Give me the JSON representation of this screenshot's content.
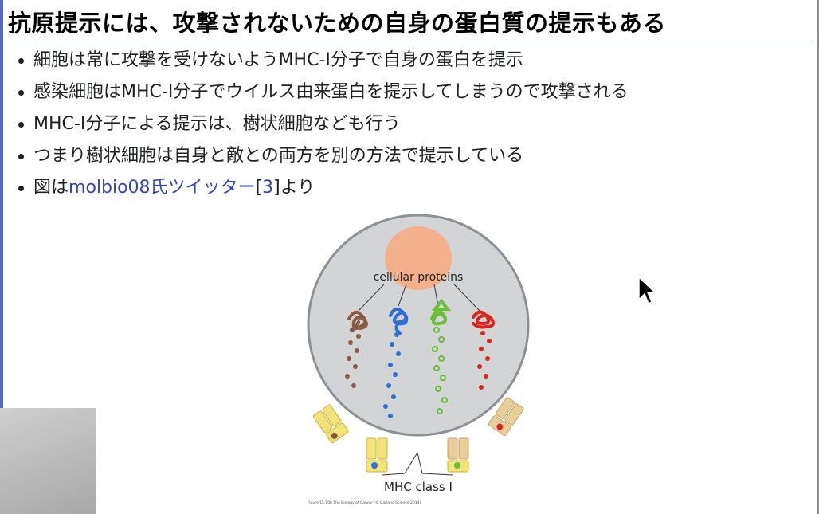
{
  "slide": {
    "title": "抗原提示には、攻撃されないための自身の蛋白質の提示もある",
    "bullets": [
      {
        "text": "細胞は常に攻撃を受けないようMHC-I分子で自身の蛋白を提示"
      },
      {
        "text": "感染細胞はMHC-I分子でウイルス由来蛋白を提示してしまうので攻撃される"
      },
      {
        "text": "MHC-I分子による提示は、樹状細胞なども行う"
      },
      {
        "text": "つまり樹状細胞は自身と敵との両方を別の方法で提示している"
      }
    ],
    "source_line": {
      "prefix": "図は",
      "link_text": "molbio08氏ツイッター",
      "ref_open": "[",
      "ref_num": "3",
      "ref_close": "]",
      "suffix": "より"
    }
  },
  "figure": {
    "label_top": "cellular proteins",
    "label_bottom": "MHC class I",
    "caption": "Figure 15.10b The Biology of Cancer (© Garland Science 2014)",
    "colors": {
      "cell_fill": "#d2d4d6",
      "cell_stroke": "#8e9194",
      "protein_blob": "#f2b08c",
      "brown": "#8a5a44",
      "blue": "#2f6fd6",
      "green": "#6bbf3a",
      "red": "#d9261c",
      "mhc_yellow": "#f2e27a",
      "mhc_tan": "#e8cf9a"
    }
  },
  "colors": {
    "link": "#3645b5",
    "text": "#202122",
    "left_rule": "#5b6ac9"
  }
}
